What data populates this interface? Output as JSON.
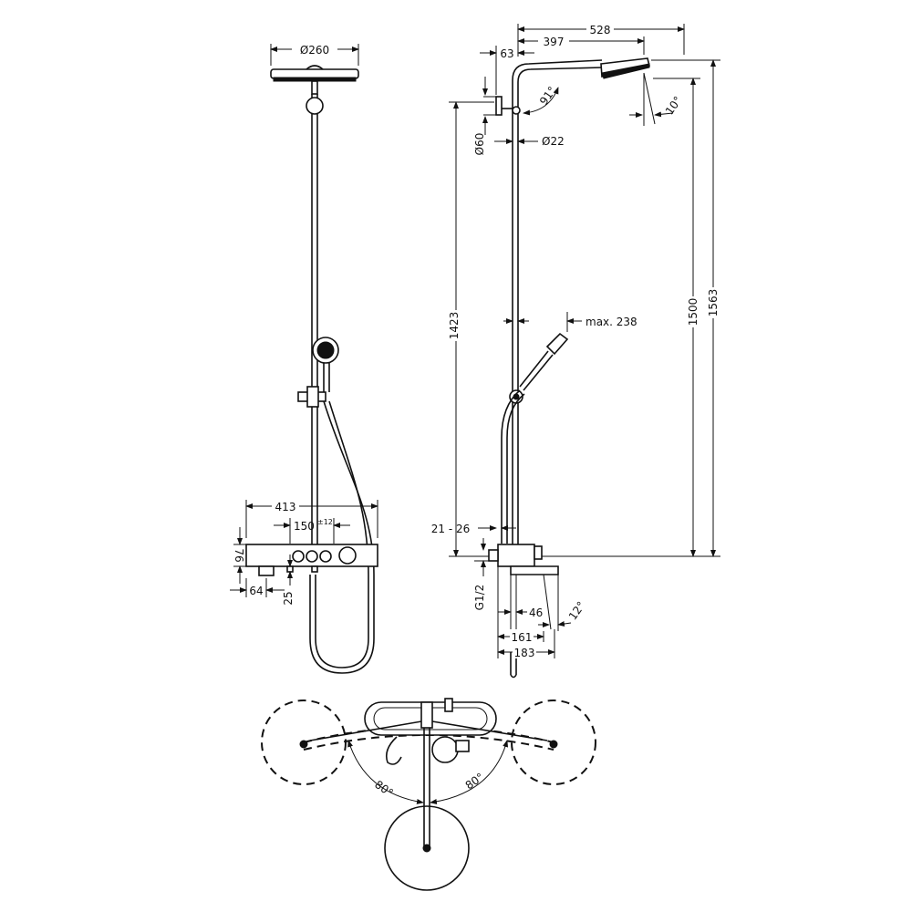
{
  "labels": {
    "front_head_diameter": "Ø260",
    "front_width": "413",
    "front_spacing": "150",
    "front_spacing_tol": "±12",
    "front_height": "76",
    "front_spout": "64",
    "front_spout_drop": "25",
    "side_reach": "528",
    "side_arm": "397",
    "side_wall_offset": "63",
    "side_angle_arm": "91°",
    "side_angle_head": "10°",
    "side_rose_diameter": "Ø60",
    "side_pipe_diameter": "Ø22",
    "side_rail_height": "1423",
    "side_handshower_max": "max. 238",
    "side_height_1500": "1500",
    "side_height_1563": "1563",
    "side_range": "21 - 26",
    "side_thread": "G1/2",
    "side_spout_46": "46",
    "side_angle_spout": "12°",
    "side_depth_161": "161",
    "side_depth_183": "183",
    "top_angle_left": "80°",
    "top_angle_right": "80°"
  }
}
